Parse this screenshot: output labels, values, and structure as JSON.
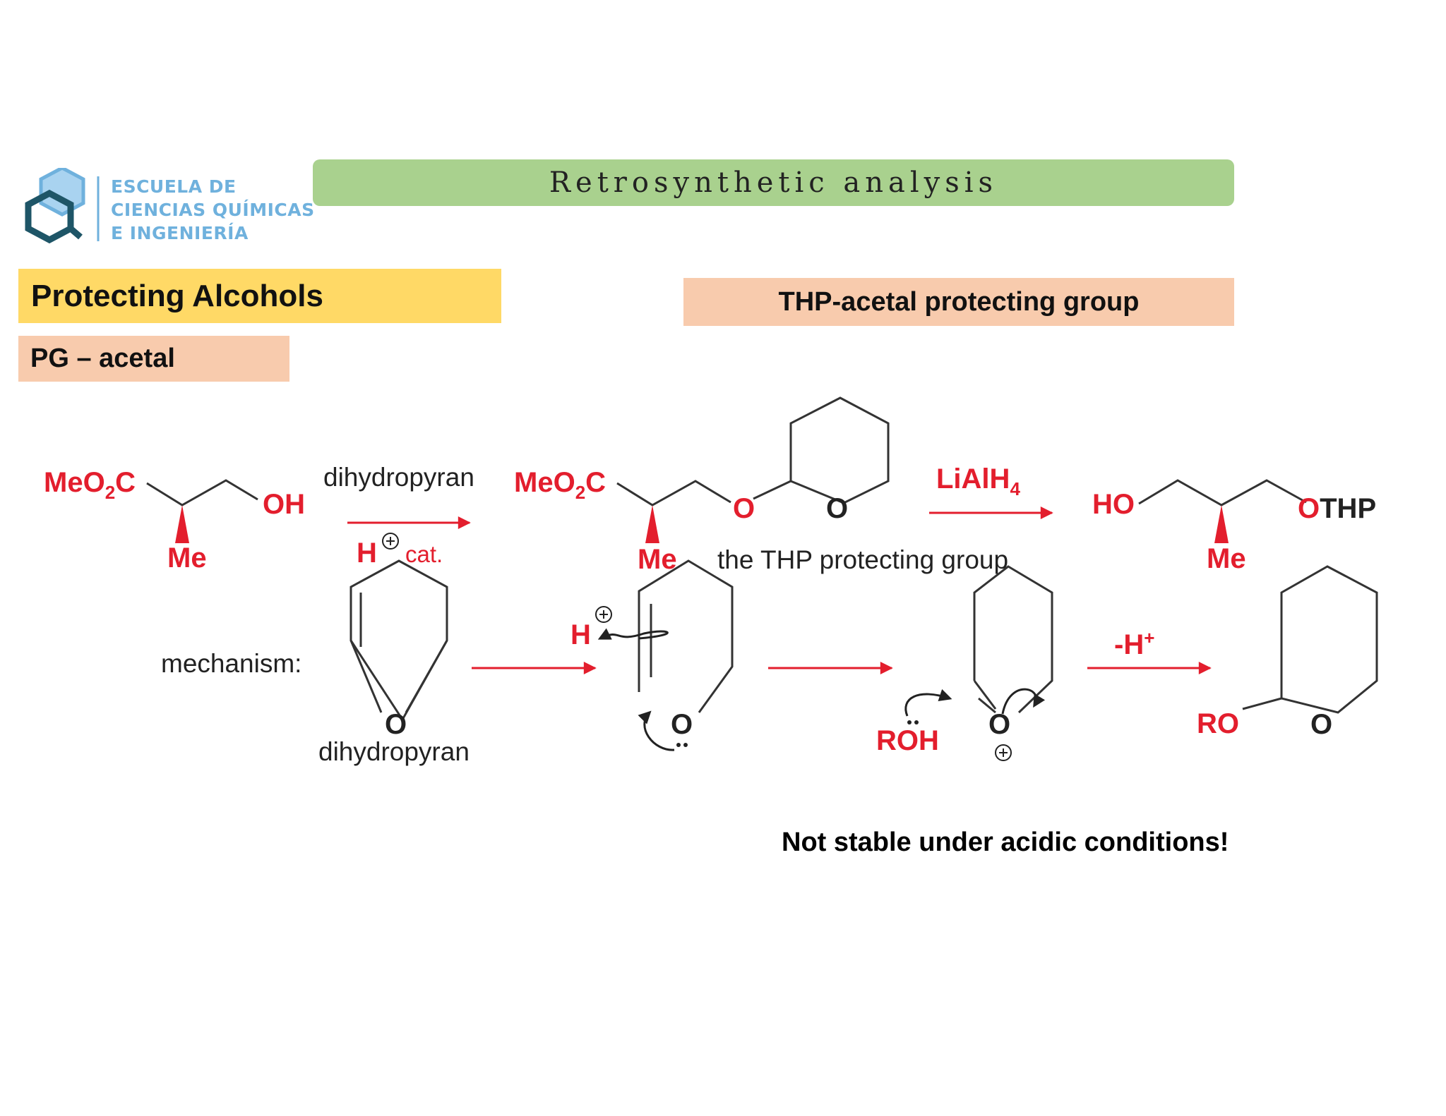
{
  "logo": {
    "lines": [
      "ESCUELA DE",
      "CIENCIAS QUÍMICAS",
      "E INGENIERÍA"
    ]
  },
  "header": {
    "title": "Retrosynthetic analysis"
  },
  "sections": {
    "main": "Protecting Alcohols",
    "sub": "PG – acetal",
    "thp": "THP-acetal protecting group"
  },
  "scheme": {
    "sm_ester": "MeO",
    "sm_ester_sub": "2",
    "sm_ester_c": "C",
    "sm_oh": "OH",
    "sm_me": "Me",
    "reagent1_top": "dihydropyran",
    "reagent1_h": "H",
    "reagent1_cat": "cat.",
    "int_ester": "MeO",
    "int_ester_sub": "2",
    "int_ester_c": "C",
    "int_o1": "O",
    "int_o2": "O",
    "int_me": "Me",
    "int_caption": "the THP protecting group",
    "reagent2": "LiAlH",
    "reagent2_sub": "4",
    "prod_ho": "HO",
    "prod_othp_o": "O",
    "prod_othp": "THP",
    "prod_me": "Me",
    "mech_label": "mechanism:",
    "dhp_o": "O",
    "dhp_caption": "dihydropyran",
    "mech_h": "H",
    "mech_o2": "O",
    "mech_roh": "ROH",
    "mech_o3": "O",
    "deprot": "-H",
    "deprot_sup": "+",
    "final_ro": "RO",
    "final_o": "O"
  },
  "footer_note": "Not stable under acidic conditions!",
  "colors": {
    "red": "#e31e2d",
    "green": "#a9d18e",
    "yellow": "#ffd966",
    "peach": "#f8cbad",
    "logo_blue": "#6fb1dd",
    "logo_dark": "#1e5567"
  }
}
